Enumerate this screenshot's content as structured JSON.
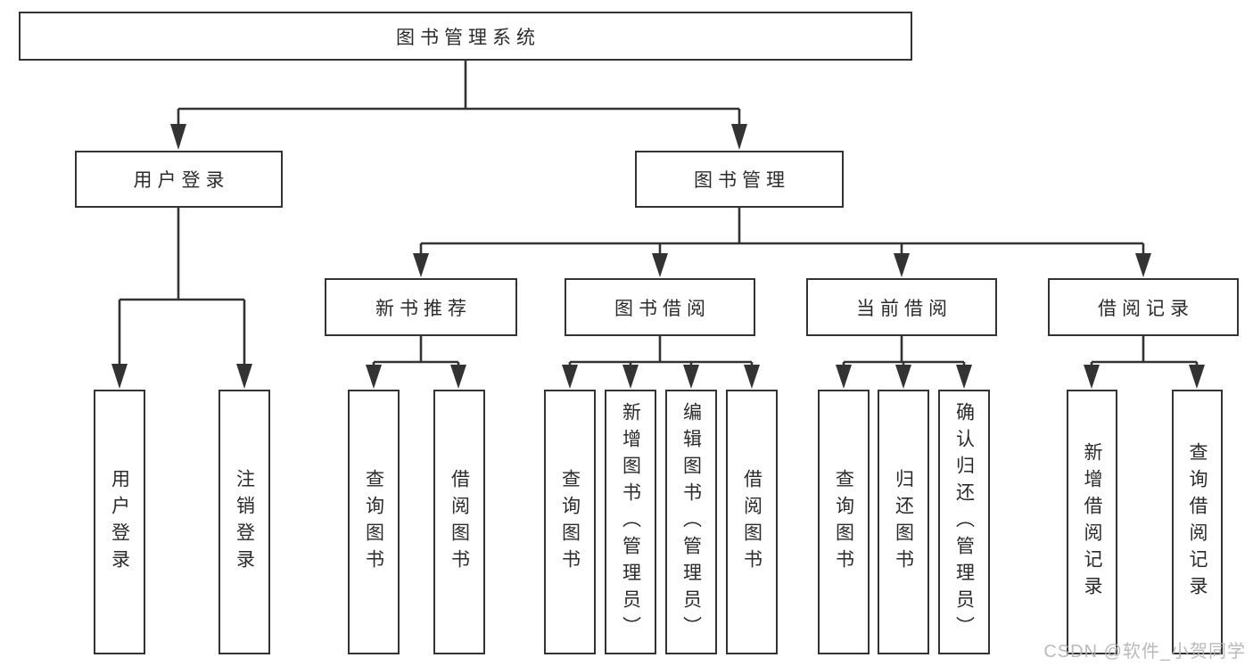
{
  "colors": {
    "line": "#333333",
    "text": "#2b2b2b",
    "watermark": "#b3b3b3",
    "background": "#ffffff"
  },
  "watermark": {
    "text": "CSDN @软件_小贺同学"
  },
  "tree": {
    "root": {
      "label": "图书管理系统"
    },
    "branches": [
      {
        "label": "用户登录",
        "children": [
          {
            "label": "用户登录"
          },
          {
            "label": "注销登录"
          }
        ]
      },
      {
        "label": "图书管理",
        "children": [
          {
            "label": "新书推荐",
            "children": [
              {
                "label": "查询图书"
              },
              {
                "label": "借阅图书"
              }
            ]
          },
          {
            "label": "图书借阅",
            "children": [
              {
                "label": "查询图书"
              },
              {
                "label": "新增图书（管理员）"
              },
              {
                "label": "编辑图书（管理员）"
              },
              {
                "label": "借阅图书"
              }
            ]
          },
          {
            "label": "当前借阅",
            "children": [
              {
                "label": "查询图书"
              },
              {
                "label": "归还图书"
              },
              {
                "label": "确认归还（管理员）"
              }
            ]
          },
          {
            "label": "借阅记录",
            "children": [
              {
                "label": "新增借阅记录"
              },
              {
                "label": "查询借阅记录"
              }
            ]
          }
        ]
      }
    ]
  }
}
